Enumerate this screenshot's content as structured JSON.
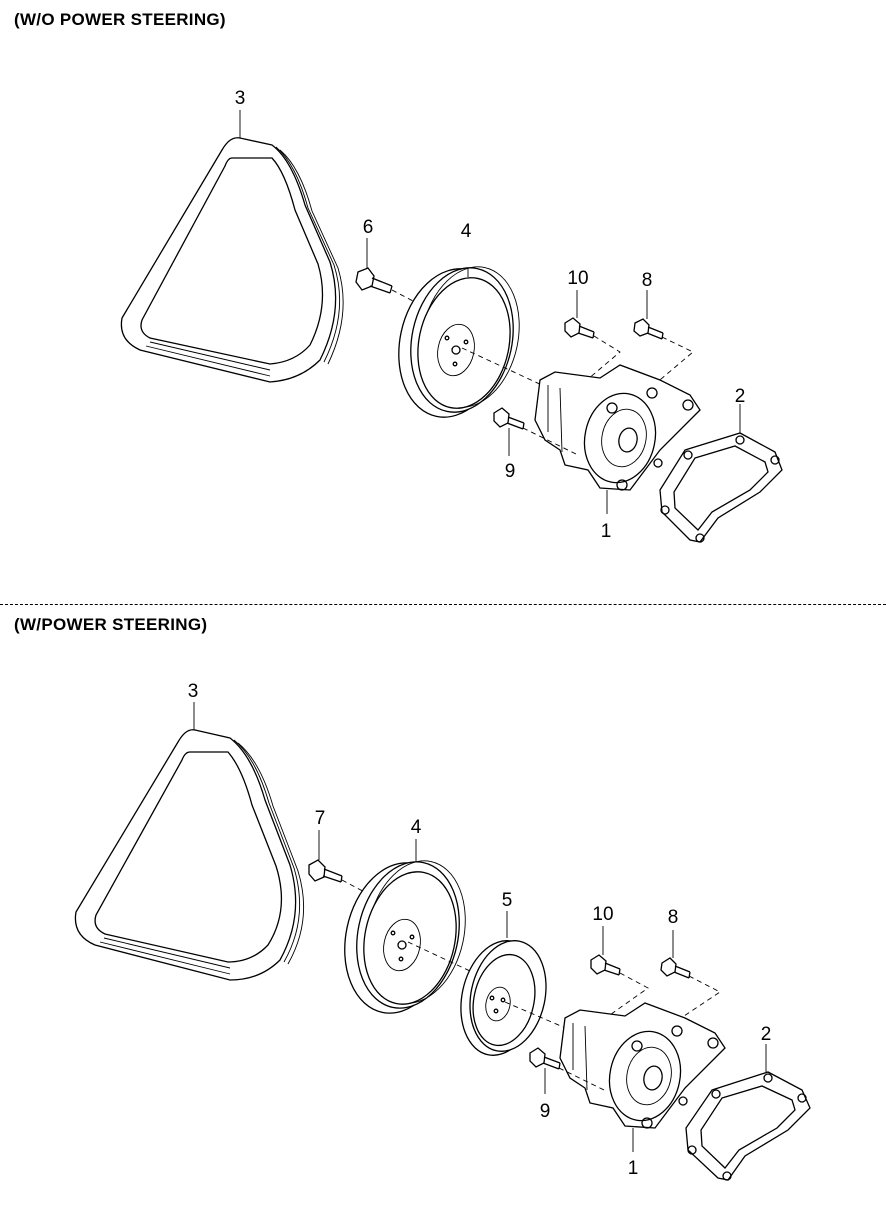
{
  "sections": [
    {
      "title": "(W/O POWER STEERING)",
      "callouts": {
        "belt": "3",
        "bolt_pulley": "6",
        "pulley": "4",
        "bolt_a": "10",
        "bolt_b": "8",
        "gasket": "2",
        "bolt_c": "9",
        "pump": "1"
      }
    },
    {
      "title": "(W/POWER STEERING)",
      "callouts": {
        "belt": "3",
        "bolt_pulley": "7",
        "pulley": "4",
        "ps_pulley": "5",
        "bolt_a": "10",
        "bolt_b": "8",
        "gasket": "2",
        "bolt_c": "9",
        "pump": "1"
      }
    }
  ]
}
